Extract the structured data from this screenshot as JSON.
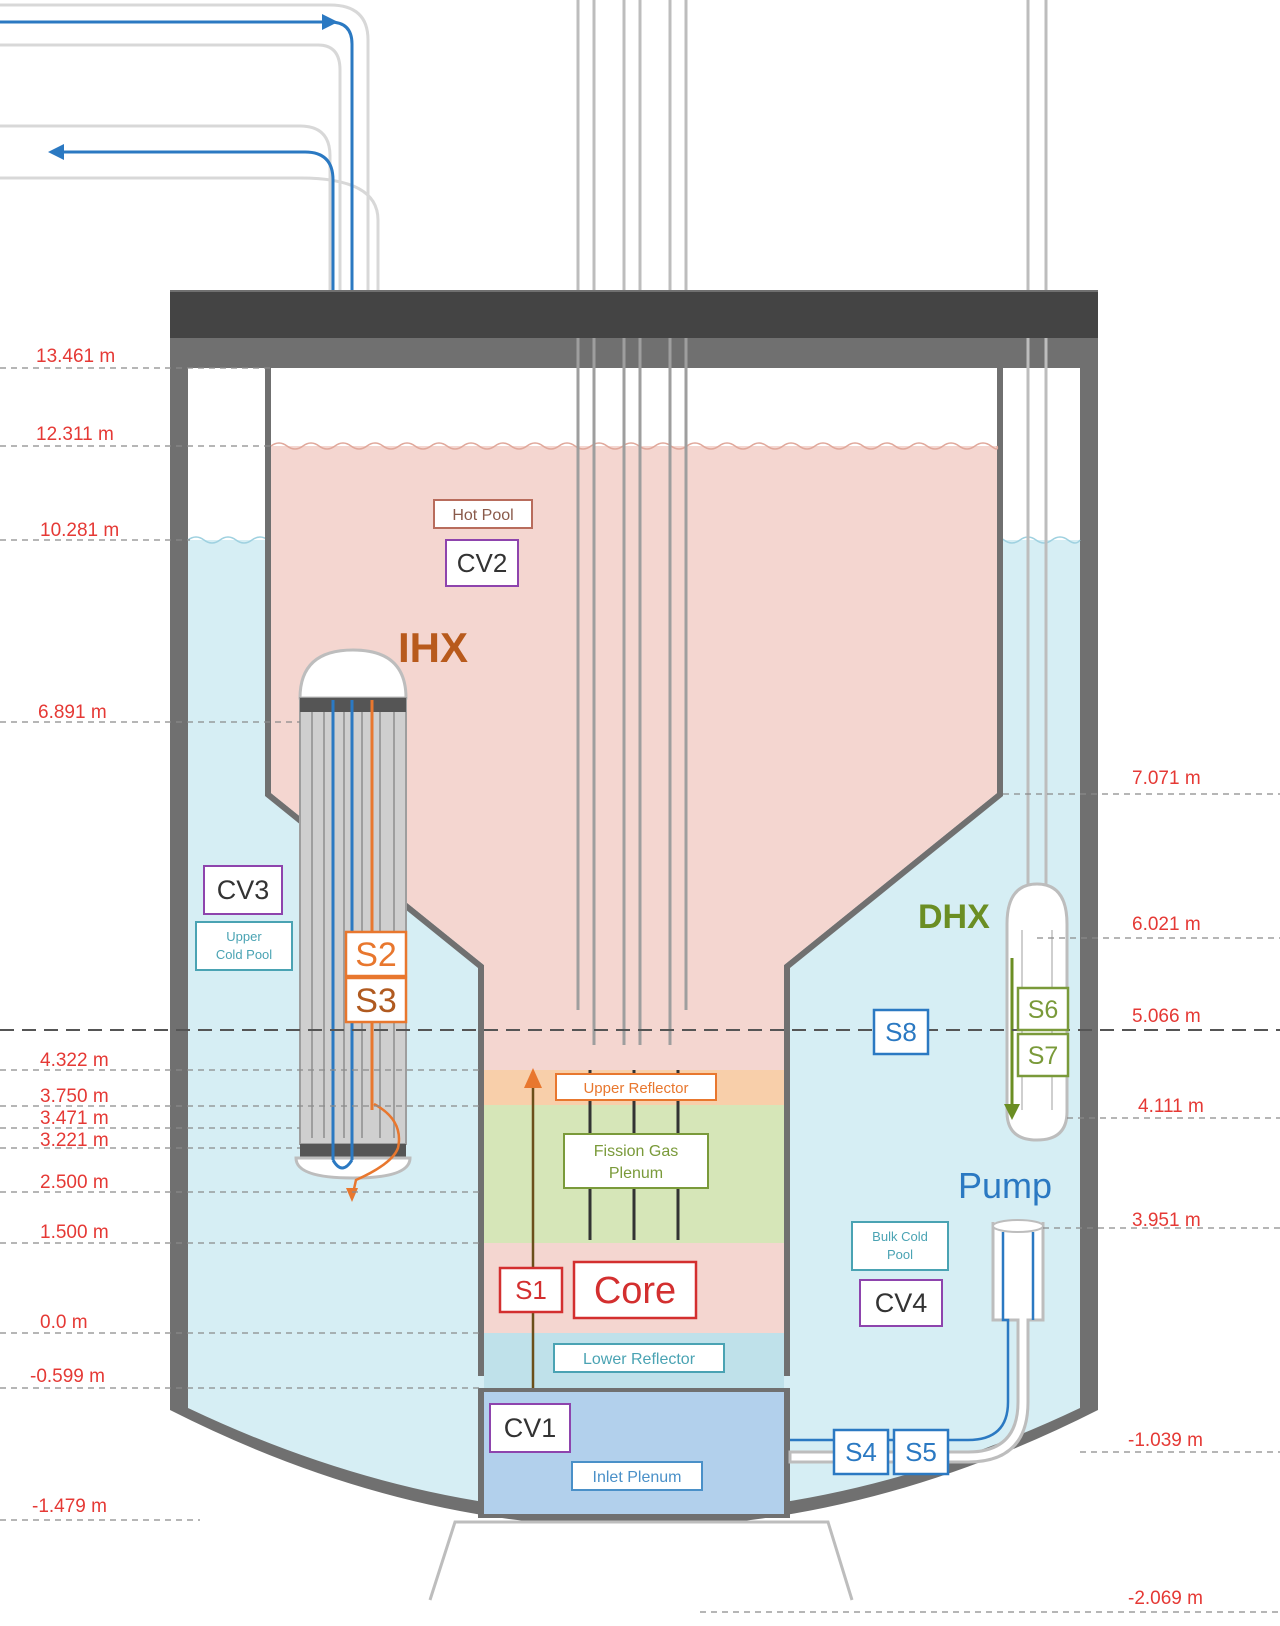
{
  "elevations_left": [
    "13.461 m",
    "12.311 m",
    "10.281 m",
    "6.891 m",
    "4.322 m",
    "3.750 m",
    "3.471 m",
    "3.221 m",
    "2.500 m",
    "1.500 m",
    "0.0 m",
    "-0.599 m",
    "-1.479 m"
  ],
  "elevations_right": [
    "7.071 m",
    "6.021 m",
    "5.066 m",
    "4.111 m",
    "3.951 m",
    "-1.039 m",
    "-2.069 m"
  ],
  "components": {
    "ihx": "IHX",
    "dhx": "DHX",
    "pump": "Pump",
    "core": "Core"
  },
  "control_volumes": {
    "cv1": "CV1",
    "cv2": "CV2",
    "cv3": "CV3",
    "cv4": "CV4"
  },
  "surfaces": {
    "s1": "S1",
    "s2": "S2",
    "s3": "S3",
    "s4": "S4",
    "s5": "S5",
    "s6": "S6",
    "s7": "S7",
    "s8": "S8"
  },
  "regions": {
    "hot_pool": "Hot Pool",
    "upper_cold_pool": [
      "Upper",
      "Cold Pool"
    ],
    "bulk_cold_pool": [
      "Bulk Cold",
      "Pool"
    ],
    "upper_reflector": "Upper Reflector",
    "fission_gas_plenum": [
      "Fission Gas",
      "Plenum"
    ],
    "lower_reflector": "Lower Reflector",
    "inlet_plenum": "Inlet Plenum"
  },
  "colors": {
    "elevation": "#e53935",
    "hot_pool": "#f4d6d0",
    "cold_pool": "#d6eef4",
    "inlet_plenum": "#b2d0ec",
    "upper_reflector": "#f8cfaa",
    "fission_gas": "#d6e6b8",
    "lower_reflector": "#bfe1ea",
    "ihx_text": "#b85a1c",
    "dhx_text": "#6b8e23",
    "pump_text": "#2b79c2",
    "cv": "#8e44ad",
    "core": "#d32f2f",
    "s_orange": "#e8772e",
    "s_blue": "#2b79c2",
    "s_green": "#7a9a3a",
    "vessel": "#707070",
    "flow_blue": "#2b79c2"
  }
}
